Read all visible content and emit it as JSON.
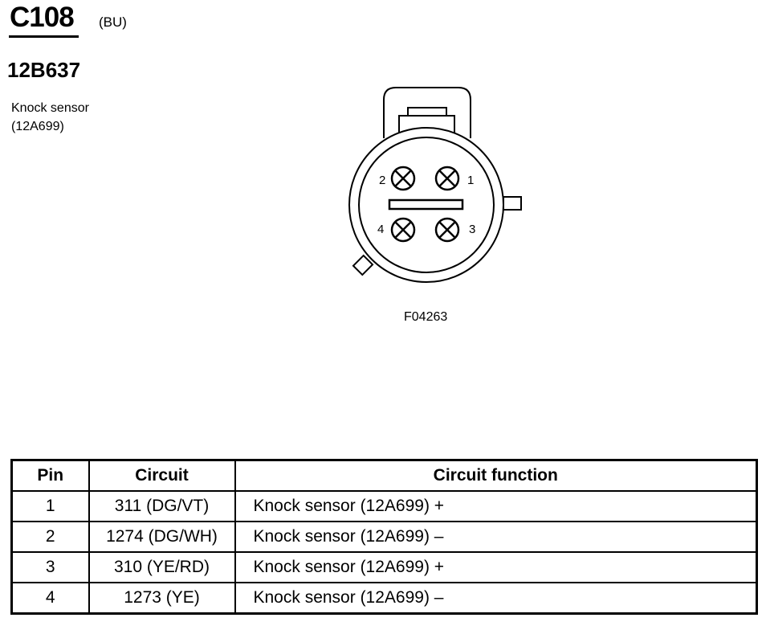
{
  "header": {
    "connector_id": "C108",
    "color_code": "(BU)",
    "part_number": "12B637",
    "description_line1": "Knock sensor",
    "description_line2": "(12A699)"
  },
  "diagram": {
    "figure_id": "F04263",
    "pin_labels": [
      "1",
      "2",
      "3",
      "4"
    ]
  },
  "table": {
    "headers": {
      "pin": "Pin",
      "circuit": "Circuit",
      "function": "Circuit function"
    },
    "rows": [
      {
        "pin": "1",
        "circuit": "311 (DG/VT)",
        "function": "Knock sensor (12A699) +"
      },
      {
        "pin": "2",
        "circuit": "1274 (DG/WH)",
        "function": "Knock sensor (12A699) –"
      },
      {
        "pin": "3",
        "circuit": "310 (YE/RD)",
        "function": "Knock sensor (12A699) +"
      },
      {
        "pin": "4",
        "circuit": "1273 (YE)",
        "function": "Knock sensor (12A699) –"
      }
    ]
  }
}
